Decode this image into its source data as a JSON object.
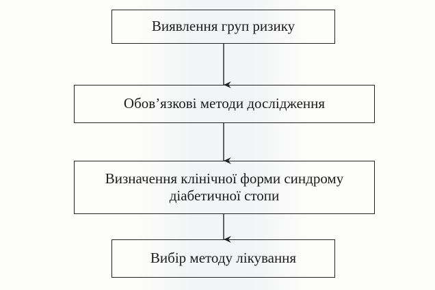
{
  "flowchart": {
    "steps": [
      {
        "id": "risk-groups",
        "lines": [
          "Виявлення груп ризику"
        ]
      },
      {
        "id": "mandatory-methods",
        "lines": [
          "Обов’язкові методи дослідження"
        ]
      },
      {
        "id": "clinical-form",
        "lines": [
          "Визначення клінічної форми синдрому",
          "діабетичної стопи"
        ]
      },
      {
        "id": "treatment-choice",
        "lines": [
          "Вибір методу лікування"
        ]
      }
    ],
    "connections": [
      {
        "from": "risk-groups",
        "to": "mandatory-methods"
      },
      {
        "from": "mandatory-methods",
        "to": "clinical-form"
      },
      {
        "from": "clinical-form",
        "to": "treatment-choice"
      }
    ],
    "colors": {
      "line": "#222222",
      "text": "#1a1a1a",
      "background": "#fdfdfb"
    }
  }
}
